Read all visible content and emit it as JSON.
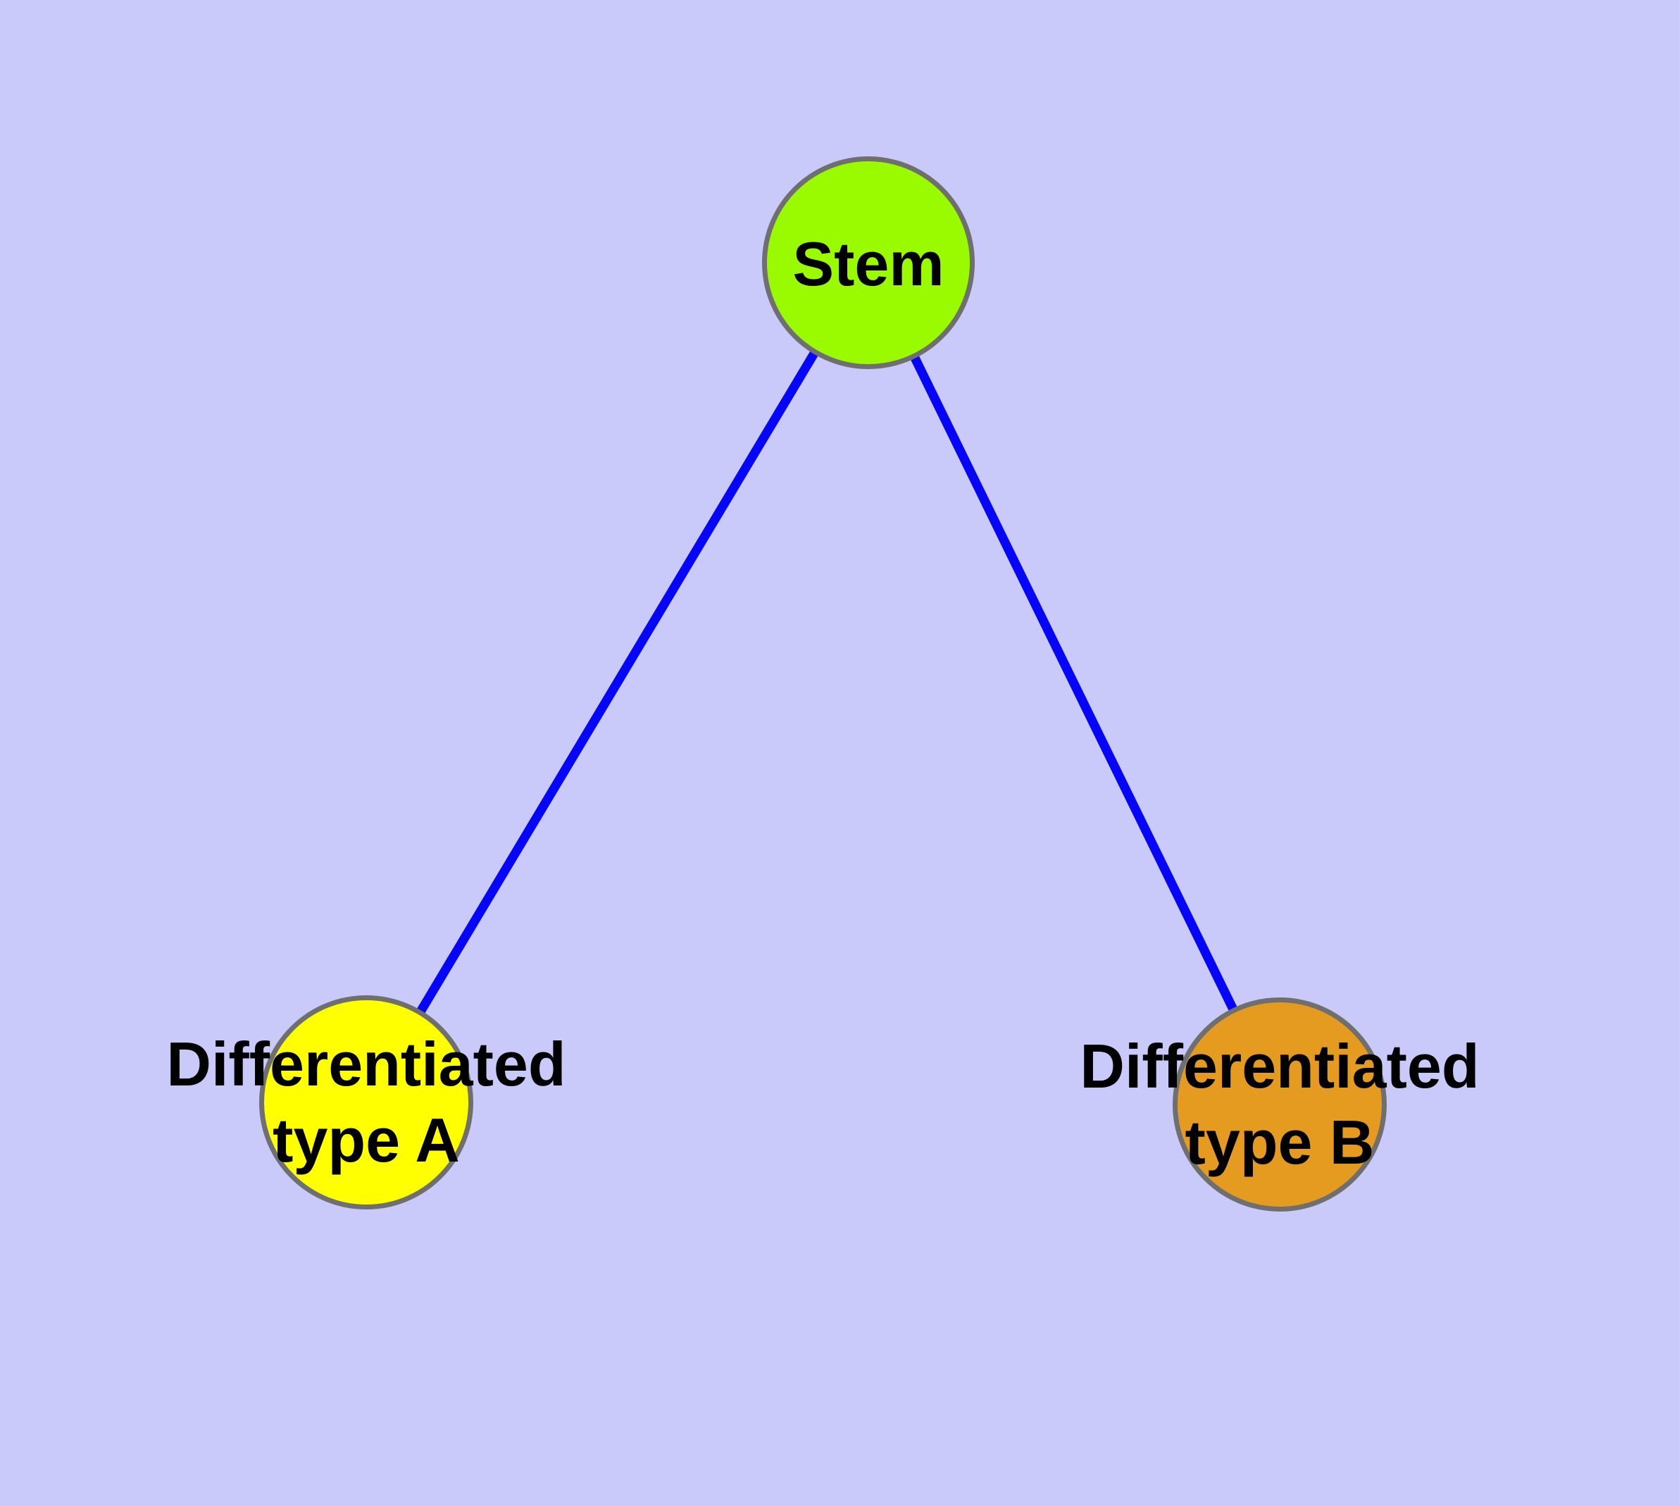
{
  "diagram": {
    "type": "graph",
    "background_color": "#c9c9fa",
    "edge_color": "#0505fa",
    "node_border_color": "#6f6f6f",
    "text_color": "#000000",
    "nodes": [
      {
        "id": "stem",
        "label_lines": [
          "Stem"
        ],
        "fill": "#9afb00"
      },
      {
        "id": "type-a",
        "label_lines": [
          "Differentiated",
          "type A"
        ],
        "fill": "#ffff00"
      },
      {
        "id": "type-b",
        "label_lines": [
          "Differentiated",
          "type B"
        ],
        "fill": "#e49b20"
      }
    ],
    "edges": [
      {
        "from": "Stem",
        "to": "Differentiated type A"
      },
      {
        "from": "Stem",
        "to": "Differentiated type B"
      }
    ]
  }
}
